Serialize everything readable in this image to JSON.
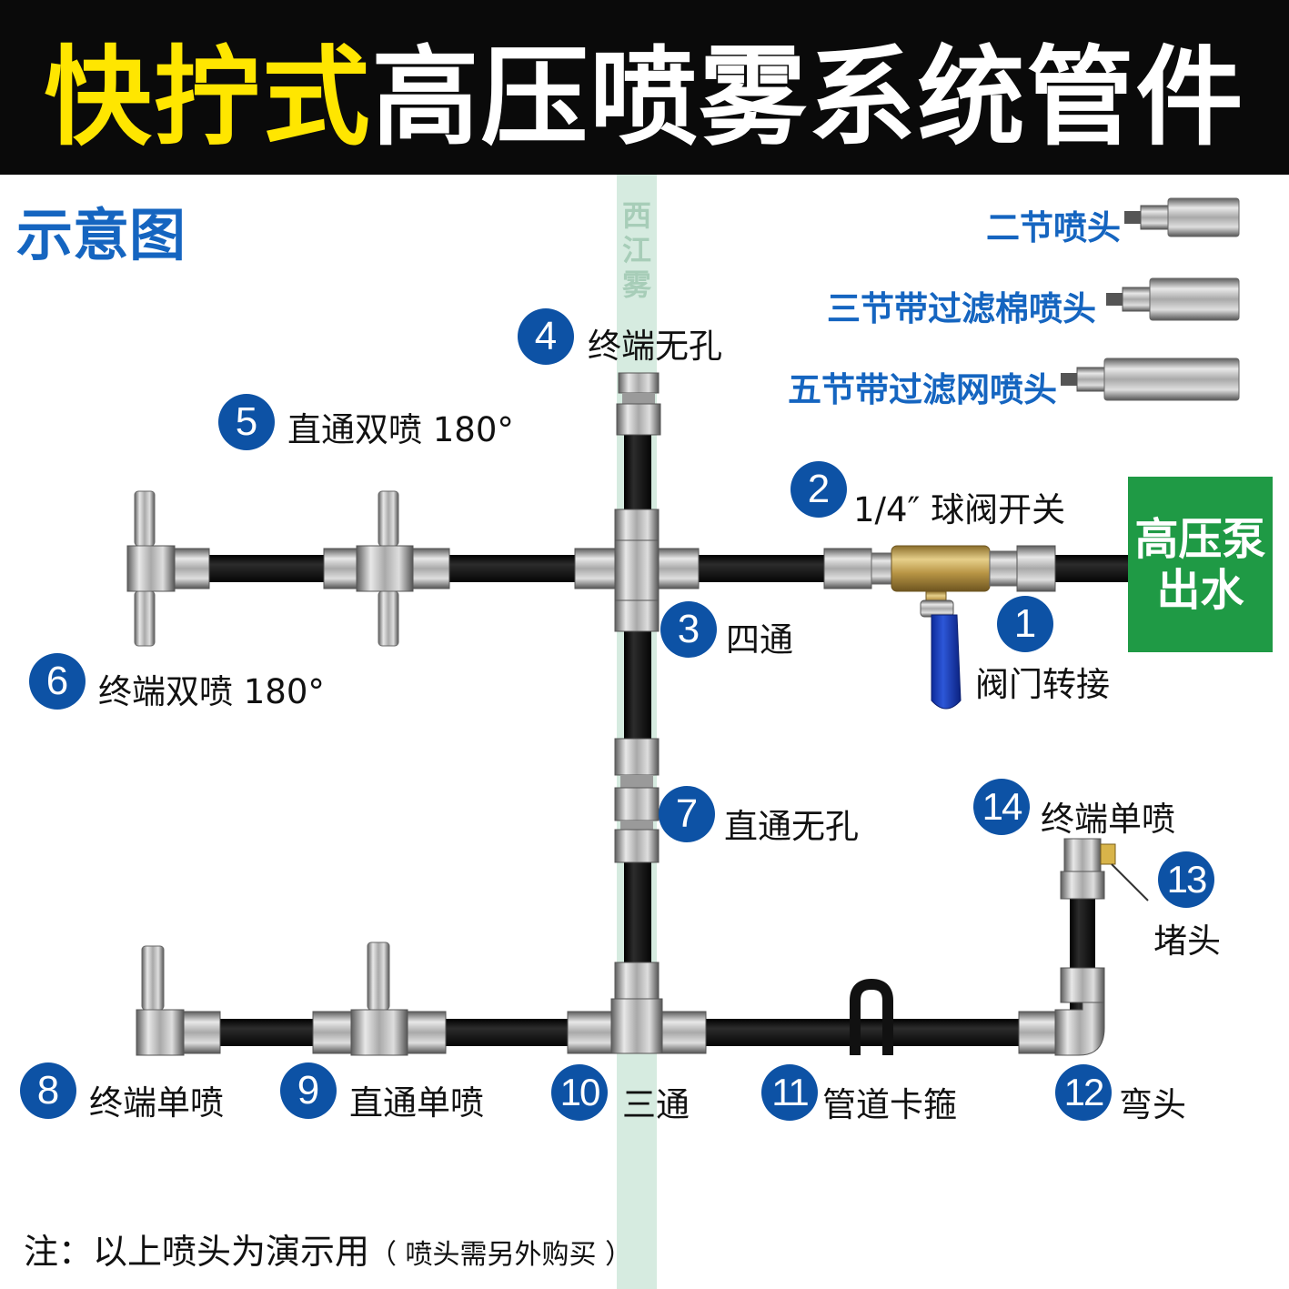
{
  "header": {
    "title_highlight": "快拧式",
    "title_rest": "高压喷雾系统管件"
  },
  "subtitle": "示意图",
  "watermark": {
    "text": "西江雾"
  },
  "pump": {
    "line1": "高压泵",
    "line2": "出水"
  },
  "nozzles": [
    {
      "label": "二节喷头",
      "segments": 2
    },
    {
      "label": "三节带过滤棉喷头",
      "segments": 3
    },
    {
      "label": "五节带过滤网喷头",
      "segments": 5
    }
  ],
  "parts": [
    {
      "num": "1",
      "label": "阀门转接"
    },
    {
      "num": "2",
      "label": "1/4″ 球阀开关"
    },
    {
      "num": "3",
      "label": "四通"
    },
    {
      "num": "4",
      "label": "终端无孔"
    },
    {
      "num": "5",
      "label": "直通双喷 180°"
    },
    {
      "num": "6",
      "label": "终端双喷 180°"
    },
    {
      "num": "7",
      "label": "直通无孔"
    },
    {
      "num": "8",
      "label": "终端单喷"
    },
    {
      "num": "9",
      "label": "直通单喷"
    },
    {
      "num": "10",
      "label": "三通"
    },
    {
      "num": "11",
      "label": "管道卡箍"
    },
    {
      "num": "12",
      "label": "弯头"
    },
    {
      "num": "13",
      "label": "堵头"
    },
    {
      "num": "14",
      "label": "终端单喷"
    }
  ],
  "note": {
    "main": "注：以上喷头为演示用",
    "paren": "（ 喷头需另外购买 ）"
  },
  "colors": {
    "badge": "#0d52a5",
    "pump": "#1f9a45",
    "title_highlight": "#ffe600",
    "label_blue": "#1565c0",
    "pipe": "#141414"
  }
}
